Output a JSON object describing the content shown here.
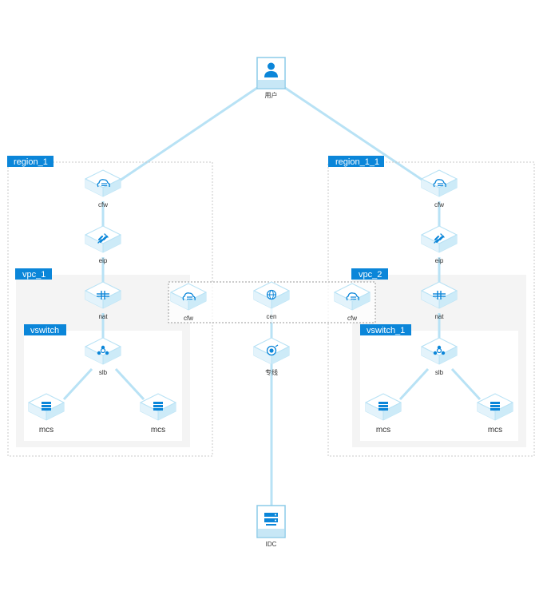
{
  "colors": {
    "accent": "#0b86d9",
    "link": "#b8e2f5",
    "node_face": "#ffffff",
    "node_side": "#d6eef9",
    "panel": "#f4f4f4",
    "inner_panel": "#ffffff",
    "dash": "#c8c8c8"
  },
  "user": {
    "label": "用户",
    "icon": "user-icon"
  },
  "idc": {
    "label": "IDC",
    "icon": "server-rack-icon"
  },
  "regions": [
    {
      "tag": "region_1",
      "cfw": {
        "label": "cfw",
        "icon": "cloud-firewall-icon"
      },
      "eip": {
        "label": "eip",
        "icon": "elastic-ip-icon"
      },
      "vpc": {
        "tag": "vpc_1"
      },
      "nat": {
        "label": "nat",
        "icon": "nat-gateway-icon"
      },
      "vswitch": {
        "tag": "vswitch"
      },
      "slb": {
        "label": "slb",
        "icon": "load-balancer-icon"
      },
      "mcs": [
        {
          "label": "mcs",
          "icon": "server-icon"
        },
        {
          "label": "mcs",
          "icon": "server-icon"
        }
      ]
    },
    {
      "tag": "region_1_1",
      "cfw": {
        "label": "cfw",
        "icon": "cloud-firewall-icon"
      },
      "eip": {
        "label": "eip",
        "icon": "elastic-ip-icon"
      },
      "vpc": {
        "tag": "vpc_2"
      },
      "nat": {
        "label": "nat",
        "icon": "nat-gateway-icon"
      },
      "vswitch": {
        "tag": "vswitch_1"
      },
      "slb": {
        "label": "slb",
        "icon": "load-balancer-icon"
      },
      "mcs": [
        {
          "label": "mcs",
          "icon": "server-icon"
        },
        {
          "label": "mcs",
          "icon": "server-icon"
        }
      ]
    }
  ],
  "cen_group": {
    "cfw_left": {
      "label": "cfw",
      "icon": "cloud-firewall-icon"
    },
    "cen": {
      "label": "cen",
      "icon": "globe-icon"
    },
    "cfw_right": {
      "label": "cfw",
      "icon": "cloud-firewall-icon"
    },
    "express": {
      "label": "专线",
      "icon": "express-connect-icon"
    }
  }
}
